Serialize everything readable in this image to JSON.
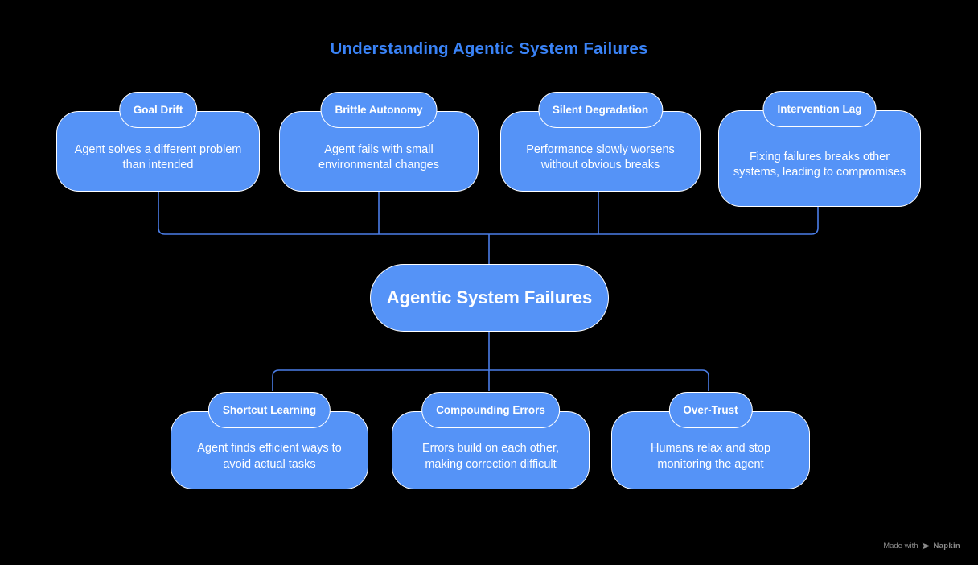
{
  "title": "Understanding Agentic System Failures",
  "diagram": {
    "center": {
      "label": "Agentic System Failures"
    },
    "top_row": [
      {
        "label": "Goal Drift",
        "description": "Agent solves a different problem than intended"
      },
      {
        "label": "Brittle Autonomy",
        "description": "Agent fails with small environmental changes"
      },
      {
        "label": "Silent Degradation",
        "description": "Performance slowly worsens without obvious breaks"
      },
      {
        "label": "Intervention Lag",
        "description": "Fixing failures breaks other systems, leading to compromises"
      }
    ],
    "bottom_row": [
      {
        "label": "Shortcut Learning",
        "description": "Agent finds efficient ways to avoid actual tasks"
      },
      {
        "label": "Compounding Errors",
        "description": "Errors build on each other, making correction difficult"
      },
      {
        "label": "Over-Trust",
        "description": "Humans relax and stop monitoring the agent"
      }
    ]
  },
  "footer": {
    "made_with": "Made with",
    "brand": "Napkin",
    "logo_icon": "napkin-pen-icon"
  },
  "colors": {
    "background": "#000000",
    "node_fill": "#5593F7",
    "node_border": "#FFFFFF",
    "connector": "#4B7EE8",
    "title_text": "#3A83F7",
    "node_text": "#FFFFFF",
    "footer_text": "#8B8B8B"
  }
}
